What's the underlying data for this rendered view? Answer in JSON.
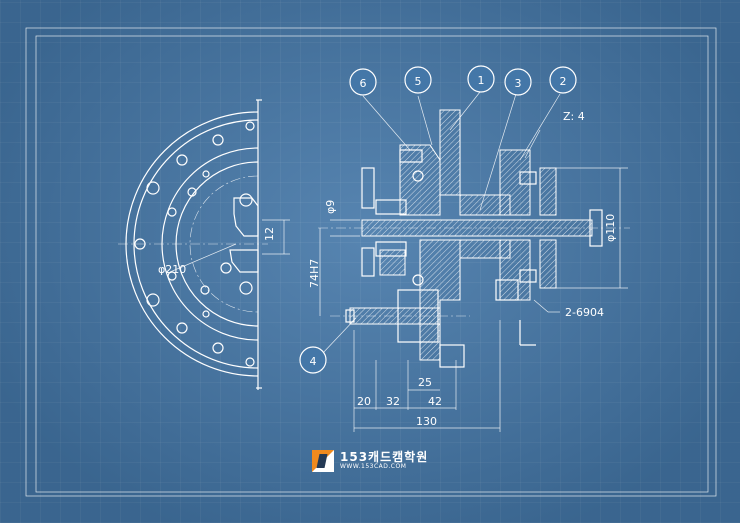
{
  "balloons": [
    "6",
    "5",
    "1",
    "3",
    "2",
    "4"
  ],
  "labels": {
    "gear_spec": "Z: 4",
    "bearing": "2-6904",
    "dia_110": "φ110",
    "dia_9": "φ9",
    "dia_210": "φ210",
    "fit_74h7": "74H7",
    "dim_12": "12",
    "dim_20": "20",
    "dim_32": "32",
    "dim_42": "42",
    "dim_25": "25",
    "dim_130": "130"
  },
  "logo": {
    "name": "153캐드캠학원",
    "url": "WWW.153CAD.COM"
  }
}
